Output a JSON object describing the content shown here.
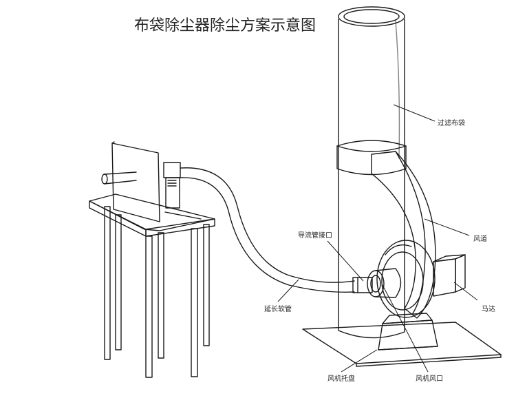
{
  "title": "布袋除尘器除尘方案示意图",
  "labels": {
    "filter_bag": "过滤布袋",
    "air_duct": "风道",
    "motor": "马达",
    "guide_pipe_joint": "导流管接口",
    "extension_hose": "延长软管",
    "fan_tray": "风机托盘",
    "fan_outlet": "风机风口"
  }
}
